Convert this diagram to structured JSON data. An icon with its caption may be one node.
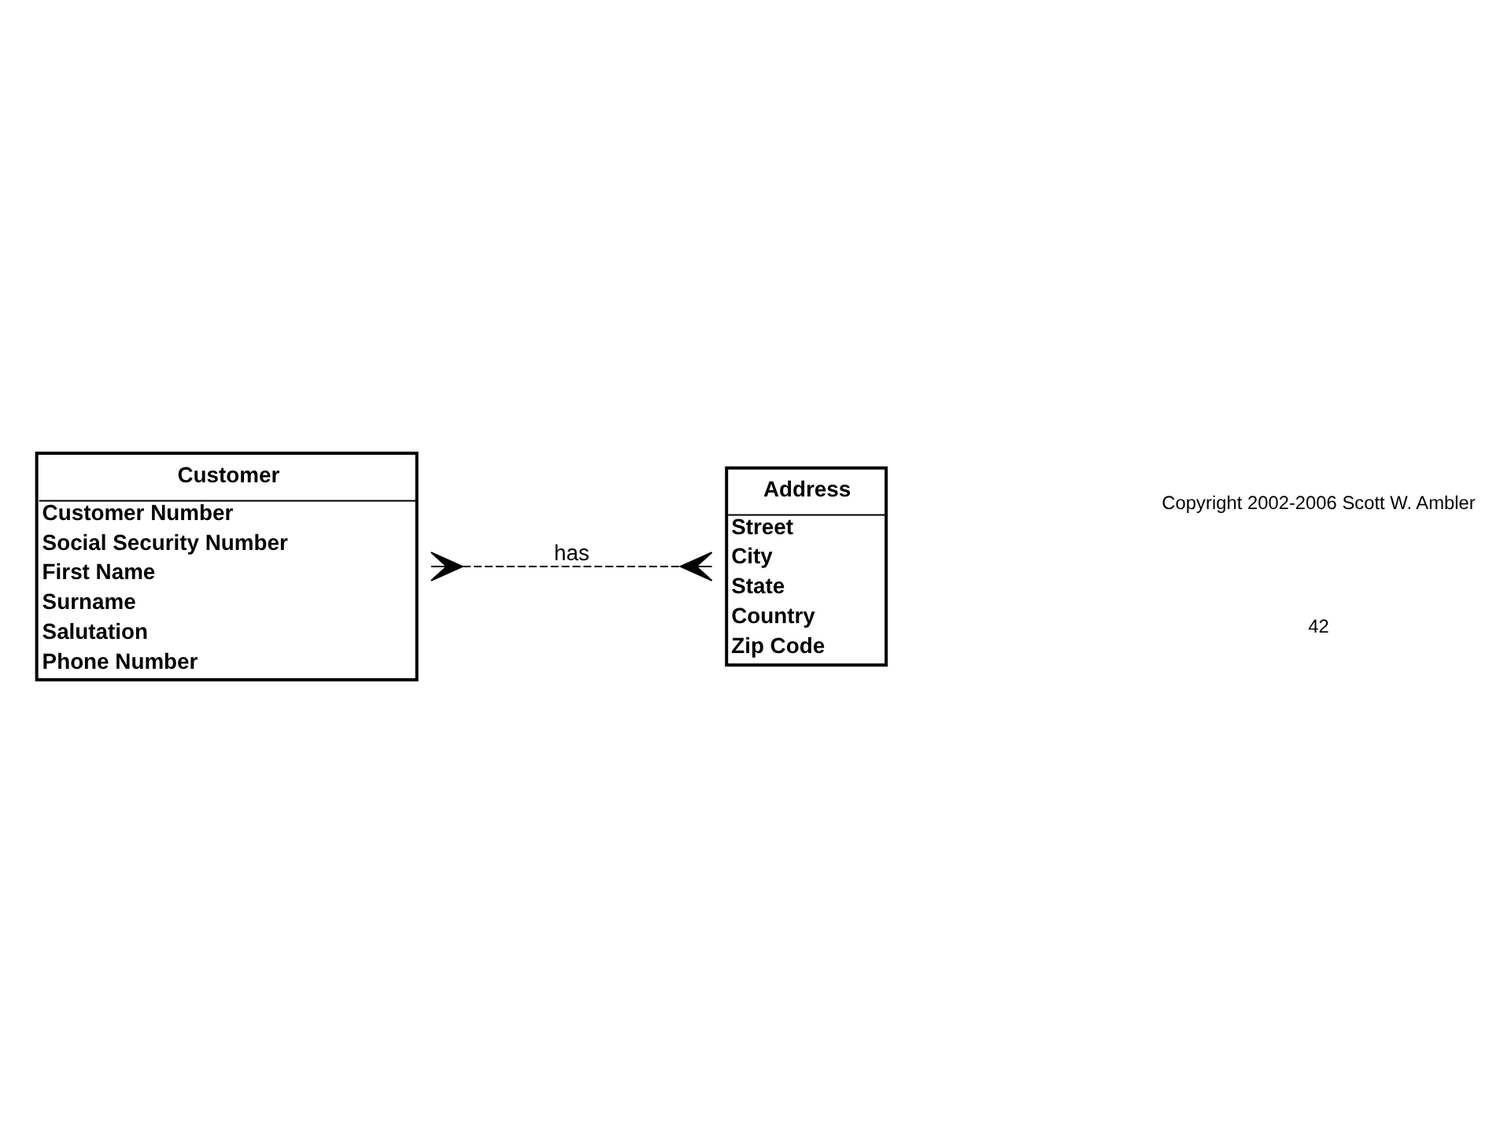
{
  "diagram": {
    "nodes": [
      {
        "text": [
          "Customer",
          "Customer Number",
          "Social Security Number",
          "First Name",
          "Surname",
          "Salutation",
          "Phone Number"
        ]
      },
      {
        "text": [
          "Address",
          "Street",
          "City",
          "State",
          "Country",
          "Zip Code"
        ]
      }
    ],
    "edges": [
      {
        "from": 0,
        "to": 1,
        "arrow": "other",
        "label": "has",
        "style": "dashed"
      }
    ],
    "labels": [
      "Copyright 2002-2006 Scott W. Ambler",
      "42"
    ]
  }
}
